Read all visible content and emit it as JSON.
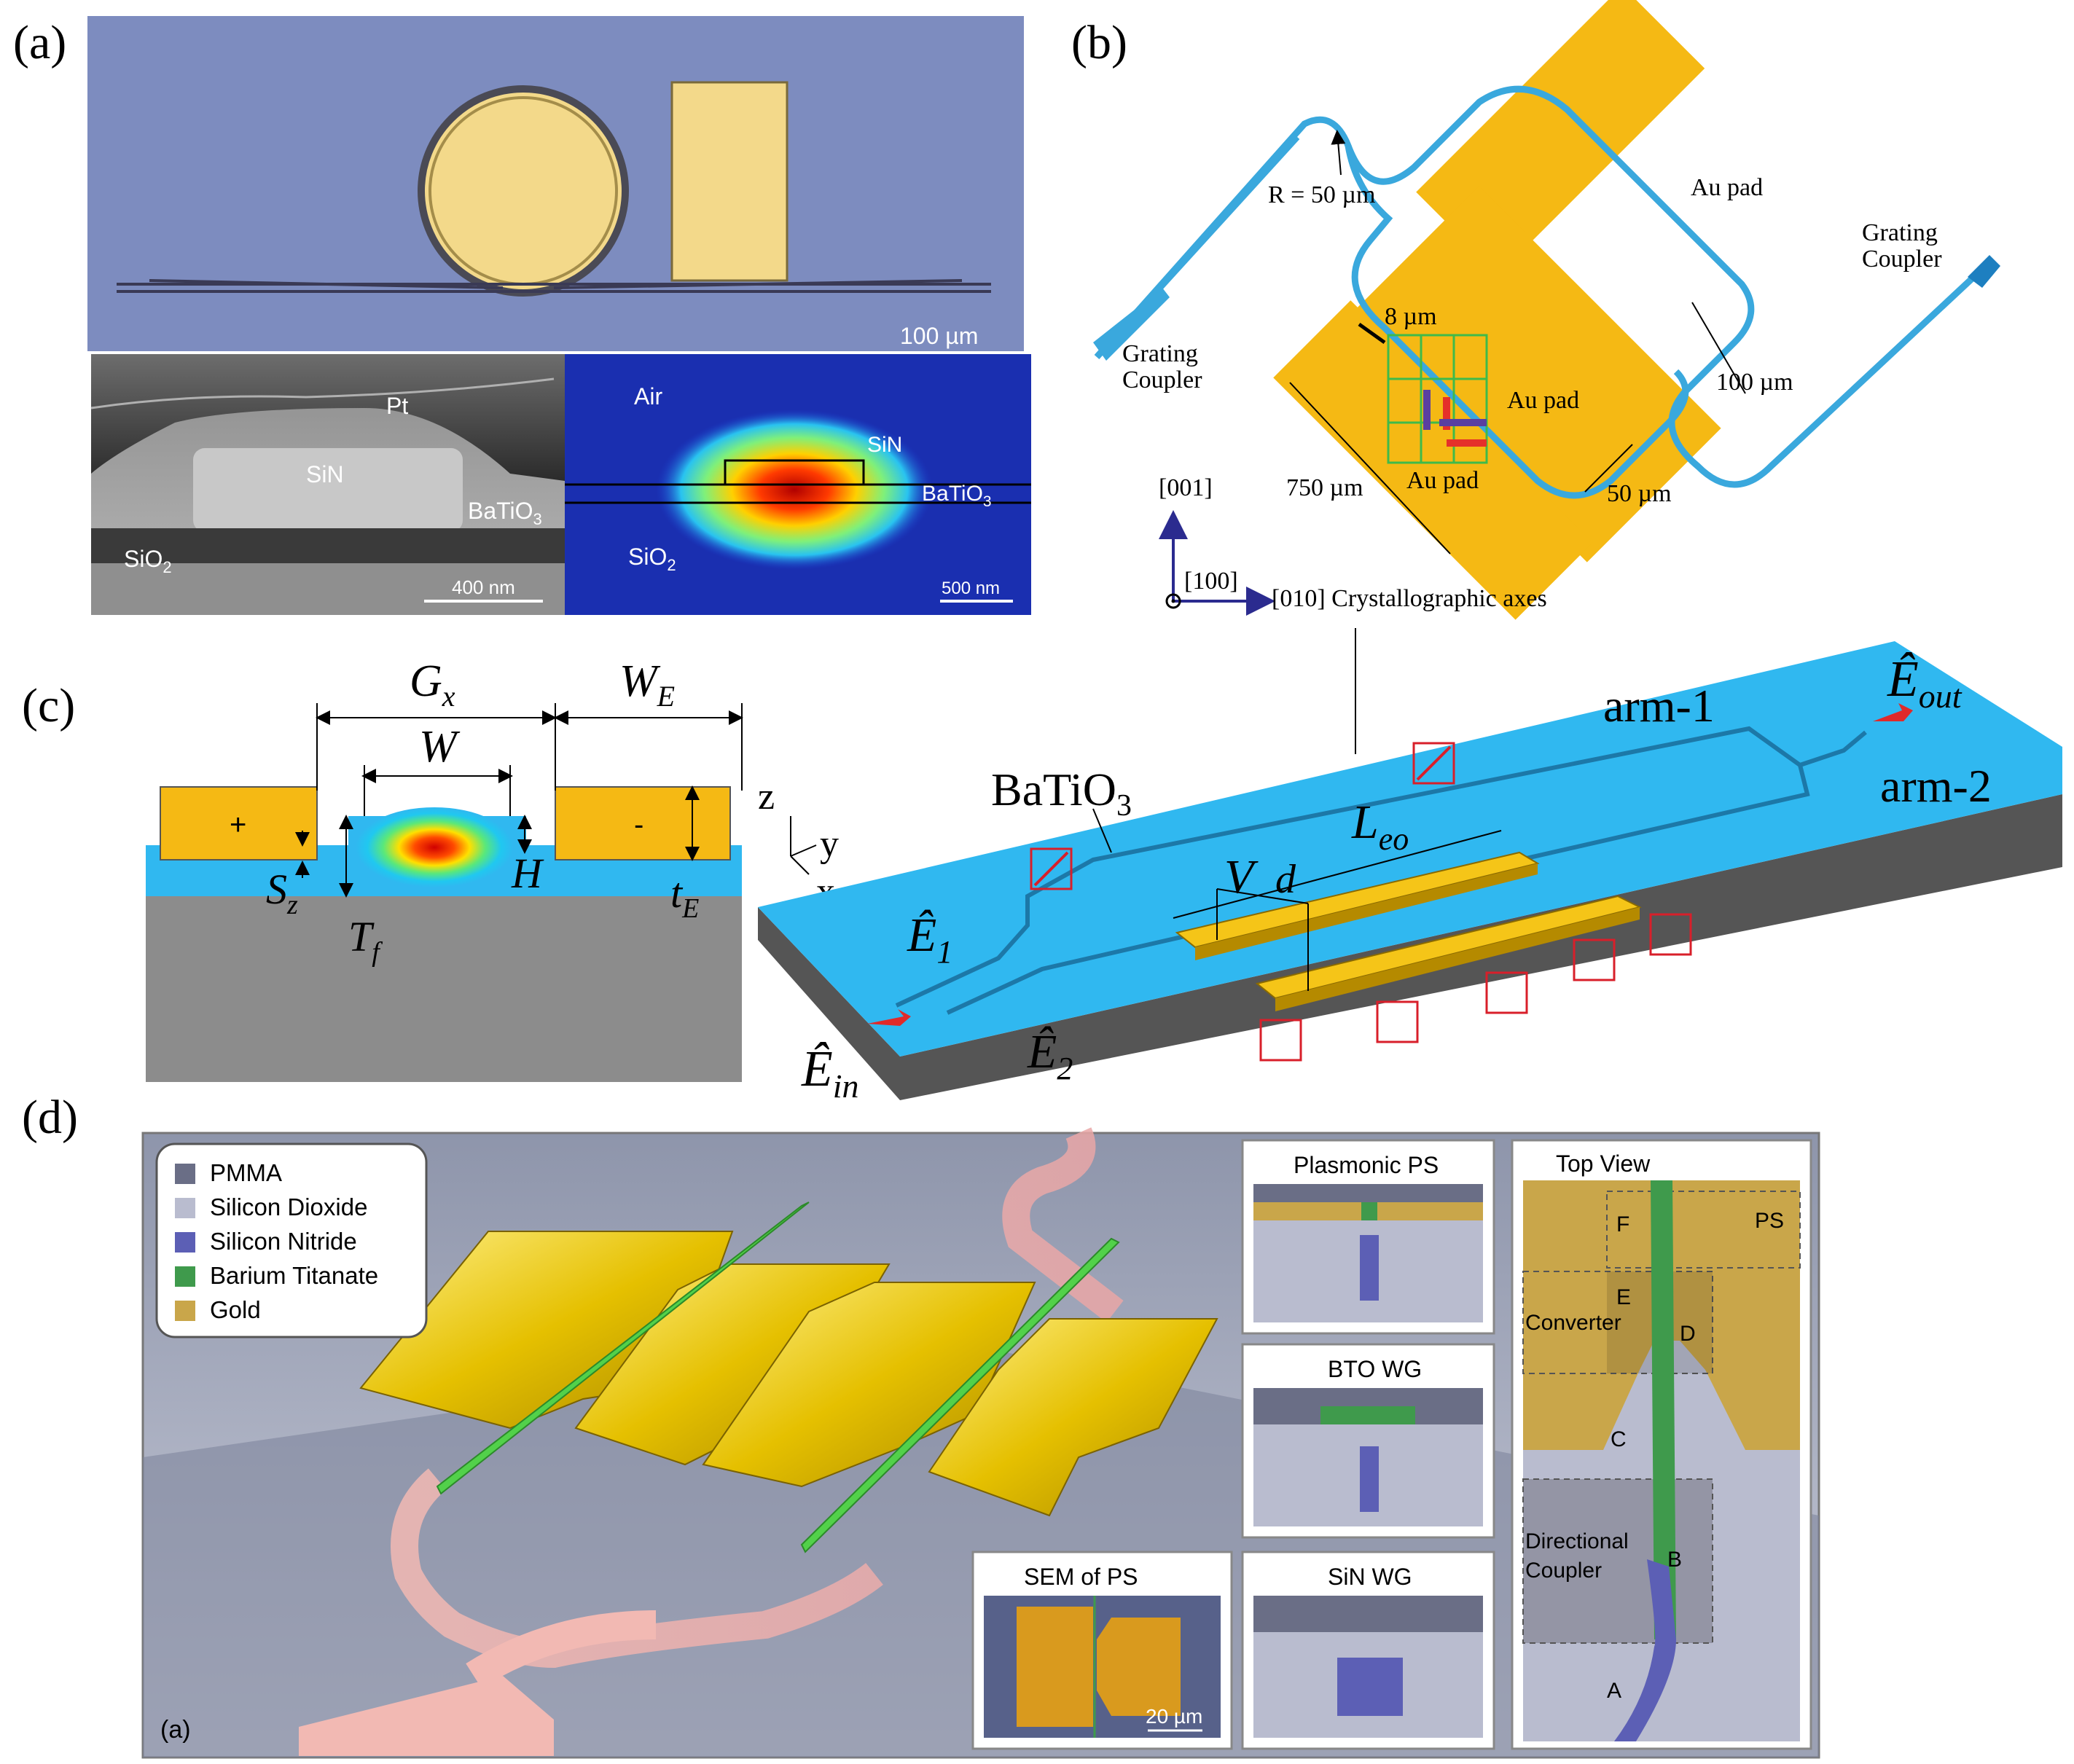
{
  "panel_labels": {
    "a": "(a)",
    "b": "(b)",
    "c": "(c)",
    "d": "(d)"
  },
  "panel_a": {
    "scale_top": "100 µm",
    "sem": {
      "pt": "Pt",
      "sin": "SiN",
      "bto": "BaTiO",
      "bto_sub": "3",
      "sio2": "SiO",
      "sio2_sub": "2",
      "scale": "400 nm"
    },
    "mode": {
      "air": "Air",
      "sin": "SiN",
      "bto": "BaTiO",
      "bto_sub": "3",
      "sio2": "SiO",
      "sio2_sub": "2",
      "scale": "500 nm"
    }
  },
  "panel_b": {
    "radius": "R = 50 µm",
    "au_pad": "Au pad",
    "grating_left": [
      "Grating",
      "Coupler"
    ],
    "grating_right": [
      "Grating",
      "Coupler"
    ],
    "gap_8": "8 µm",
    "len_750": "750 µm",
    "len_100": "100 µm",
    "len_50": "50 µm",
    "axis_001": "[001]",
    "axis_100": "[100]",
    "axis_010": "[010] Crystallographic axes",
    "colors": {
      "waveguide": "#3aa8dd",
      "gold": "#f5b914",
      "axis": "#2b2b8f"
    }
  },
  "panel_c": {
    "gx": "G",
    "gx_sub": "x",
    "we": "W",
    "we_sub": "E",
    "w": "W",
    "plus": "+",
    "minus": "-",
    "sz": "S",
    "sz_sub": "z",
    "h": "H",
    "tf": "T",
    "tf_sub": "f",
    "te": "t",
    "te_sub": "E",
    "ax_z": "z",
    "ax_y": "y",
    "ax_x": "x",
    "bto": "BaTiO",
    "bto_sub": "3",
    "arm1": "arm-1",
    "arm2": "arm-2",
    "eout": "Ê",
    "eout_sub": "out",
    "ein": "Ê",
    "ein_sub": "in",
    "e1": "Ê",
    "e1_sub": "1",
    "e2": "Ê",
    "e2_sub": "2",
    "v": "V",
    "d": "d",
    "leo": "L",
    "leo_sub": "eo"
  },
  "panel_d": {
    "legend": [
      {
        "label": "PMMA",
        "color": "#6a6e86"
      },
      {
        "label": "Silicon Dioxide",
        "color": "#b9bccf"
      },
      {
        "label": "Silicon Nitride",
        "color": "#5c5fb5"
      },
      {
        "label": "Barium Titanate",
        "color": "#3f9a4c"
      },
      {
        "label": "Gold",
        "color": "#c9a64a"
      }
    ],
    "plasmonic_ps": "Plasmonic PS",
    "bto_wg": "BTO WG",
    "sin_wg": "SiN WG",
    "sem_ps": "SEM of PS",
    "sem_scale": "20 µm",
    "top_view": "Top View",
    "tv_ps": "PS",
    "tv_converter": "Converter",
    "tv_dc": [
      "Directional",
      "Coupler"
    ],
    "tv_letters": {
      "a": "A",
      "b": "B",
      "c": "C",
      "d": "D",
      "e": "E",
      "f": "F"
    },
    "sub_label": "(a)"
  }
}
